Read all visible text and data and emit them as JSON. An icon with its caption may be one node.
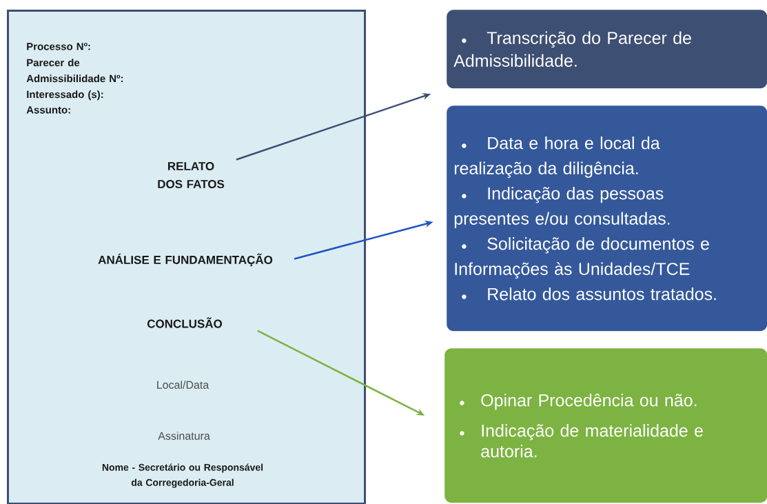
{
  "diagram": {
    "nodes": [
      {
        "text": [],
        "shape": "box"
      },
      {
        "text": [
          "RELATO DOS FATOS"
        ],
        "in": 0
      },
      {
        "text": [
          "ANÁLISE E FUNDAMENTAÇÃO"
        ],
        "in": 0
      },
      {
        "text": [
          "CONCLUSÃO"
        ],
        "in": 0
      },
      {
        "text": [
          "Transcrição do Parecer de Admissibilidade."
        ]
      },
      {
        "text": [
          "Data e hora e local da realização da diligência.",
          "Indicação das pessoas presentes e/ou consultadas.",
          "Solicitação de documentos e Informações às Unidades/TCE",
          "Relato dos assuntos tratados."
        ]
      },
      {
        "text": [
          "Opinar Procedência ou não.",
          "Indicação de materialidade e autoria."
        ]
      }
    ],
    "edges": [
      {
        "from": 1,
        "to": 4,
        "arrow": "to",
        "color": "#3d4f72"
      },
      {
        "from": 2,
        "to": 5,
        "arrow": "to",
        "color": "#1f52c4"
      },
      {
        "from": 3,
        "to": 6,
        "arrow": "to",
        "color": "#7cb342"
      }
    ],
    "labels": [
      "Processo Nº:",
      "Parecer de Admissibilidade Nº:",
      "Interessado (s):",
      "Assunto:",
      "Local/Data",
      "Assinatura",
      "Nome - Secretário ou Responsável da Corregedoria-Geral"
    ]
  }
}
